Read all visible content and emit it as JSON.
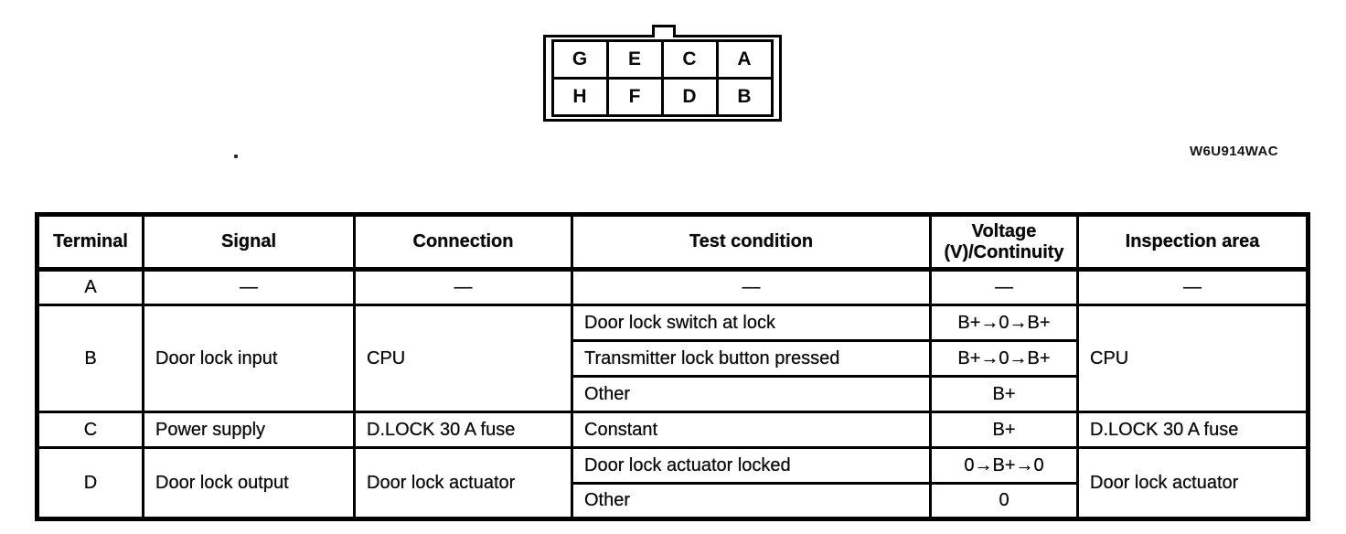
{
  "connector": {
    "top_row": [
      "G",
      "E",
      "C",
      "A"
    ],
    "bottom_row": [
      "H",
      "F",
      "D",
      "B"
    ],
    "figure_code": "W6U914WAC"
  },
  "table": {
    "headers": {
      "terminal": "Terminal",
      "signal": "Signal",
      "connection": "Connection",
      "test_condition": "Test condition",
      "voltage_line1": "Voltage",
      "voltage_line2": "(V)/Continuity",
      "inspection_area": "Inspection area"
    },
    "rows": {
      "a": {
        "terminal": "A",
        "signal": "—",
        "connection": "—",
        "test_condition": "—",
        "voltage": "—",
        "inspection": "—"
      },
      "b": {
        "terminal": "B",
        "signal": "Door lock input",
        "connection": "CPU",
        "inspection": "CPU",
        "sub": [
          {
            "test_condition": "Door lock switch at lock",
            "voltage": "B+→0→B+"
          },
          {
            "test_condition": "Transmitter lock button pressed",
            "voltage": "B+→0→B+"
          },
          {
            "test_condition": "Other",
            "voltage": "B+"
          }
        ]
      },
      "c": {
        "terminal": "C",
        "signal": "Power supply",
        "connection": "D.LOCK 30 A fuse",
        "test_condition": "Constant",
        "voltage": "B+",
        "inspection": "D.LOCK 30 A fuse"
      },
      "d": {
        "terminal": "D",
        "signal": "Door lock output",
        "connection": "Door lock actuator",
        "inspection": "Door lock actuator",
        "sub": [
          {
            "test_condition": "Door lock actuator locked",
            "voltage": "0→B+→0"
          },
          {
            "test_condition": "Other",
            "voltage": "0"
          }
        ]
      }
    }
  }
}
